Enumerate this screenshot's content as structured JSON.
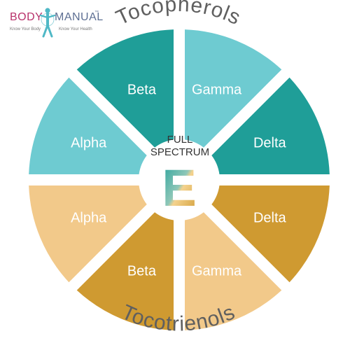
{
  "logo": {
    "word_left": "BODY",
    "word_right": "MANUAL",
    "trademark": "™",
    "tagline_left": "Know Your Body",
    "tagline_right": "Know Your Health",
    "colors": {
      "left": "#b8326b",
      "right": "#5d6f93",
      "figure": "#4fb8c6"
    }
  },
  "group_labels": {
    "top": "Tocopherols",
    "bottom": "Tocotrienols"
  },
  "center": {
    "line1": "FULL",
    "line2": "SPECTRUM",
    "letter": "E"
  },
  "segments": [
    {
      "label": "Gamma",
      "color": "#6ecbd1"
    },
    {
      "label": "Delta",
      "color": "#1f9e98"
    },
    {
      "label": "Delta",
      "color": "#cf9a31"
    },
    {
      "label": "Gamma",
      "color": "#f2c98a"
    },
    {
      "label": "Beta",
      "color": "#cf9a31"
    },
    {
      "label": "Alpha",
      "color": "#f2c98a"
    },
    {
      "label": "Alpha",
      "color": "#6ecbd1"
    },
    {
      "label": "Beta",
      "color": "#1f9e98"
    }
  ],
  "colors": {
    "group_label": "#5f5f5f",
    "center_text": "#333333",
    "segment_text": "#ffffff"
  }
}
